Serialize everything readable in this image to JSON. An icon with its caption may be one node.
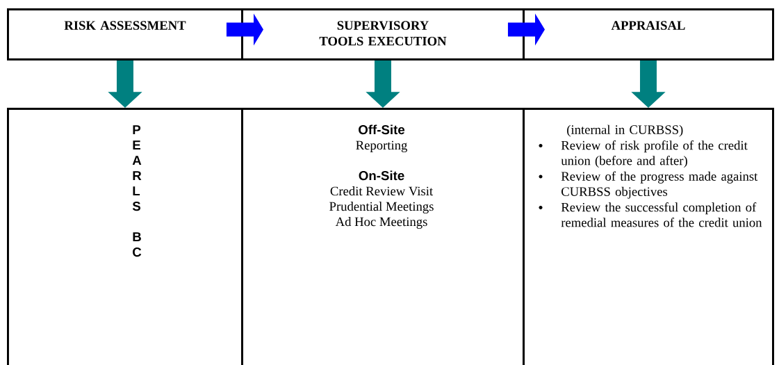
{
  "diagram": {
    "nodes": [
      {
        "text": [
          "RISK ASSESSMENT"
        ]
      },
      {
        "text": [
          "SUPERVISORY TOOLS EXECUTION"
        ]
      },
      {
        "text": [
          "APPRAISAL"
        ]
      },
      {
        "text": [
          "P",
          "E",
          "A",
          "R",
          "L",
          "S",
          "B",
          "C"
        ]
      },
      {
        "text": [
          "Off-Site",
          "Reporting",
          "On-Site",
          "Credit Review Visit",
          "Prudential Meetings",
          "Ad Hoc Meetings"
        ]
      },
      {
        "text": [
          "(internal in CURBSS)",
          "Review of risk profile of the credit union (before and after)",
          "Review of the progress made against CURBSS objectives",
          "Review the successful completion of remedial measures of the credit union"
        ]
      }
    ],
    "edges": [
      {
        "from": 0,
        "to": 1,
        "arrow": "to",
        "color": "#0000ff"
      },
      {
        "from": 1,
        "to": 2,
        "arrow": "to",
        "color": "#0000ff"
      },
      {
        "from": 0,
        "to": 3,
        "arrow": "to",
        "color": "#008080"
      },
      {
        "from": 1,
        "to": 4,
        "arrow": "to",
        "color": "#008080"
      },
      {
        "from": 2,
        "to": 5,
        "arrow": "to",
        "color": "#008080"
      }
    ]
  }
}
